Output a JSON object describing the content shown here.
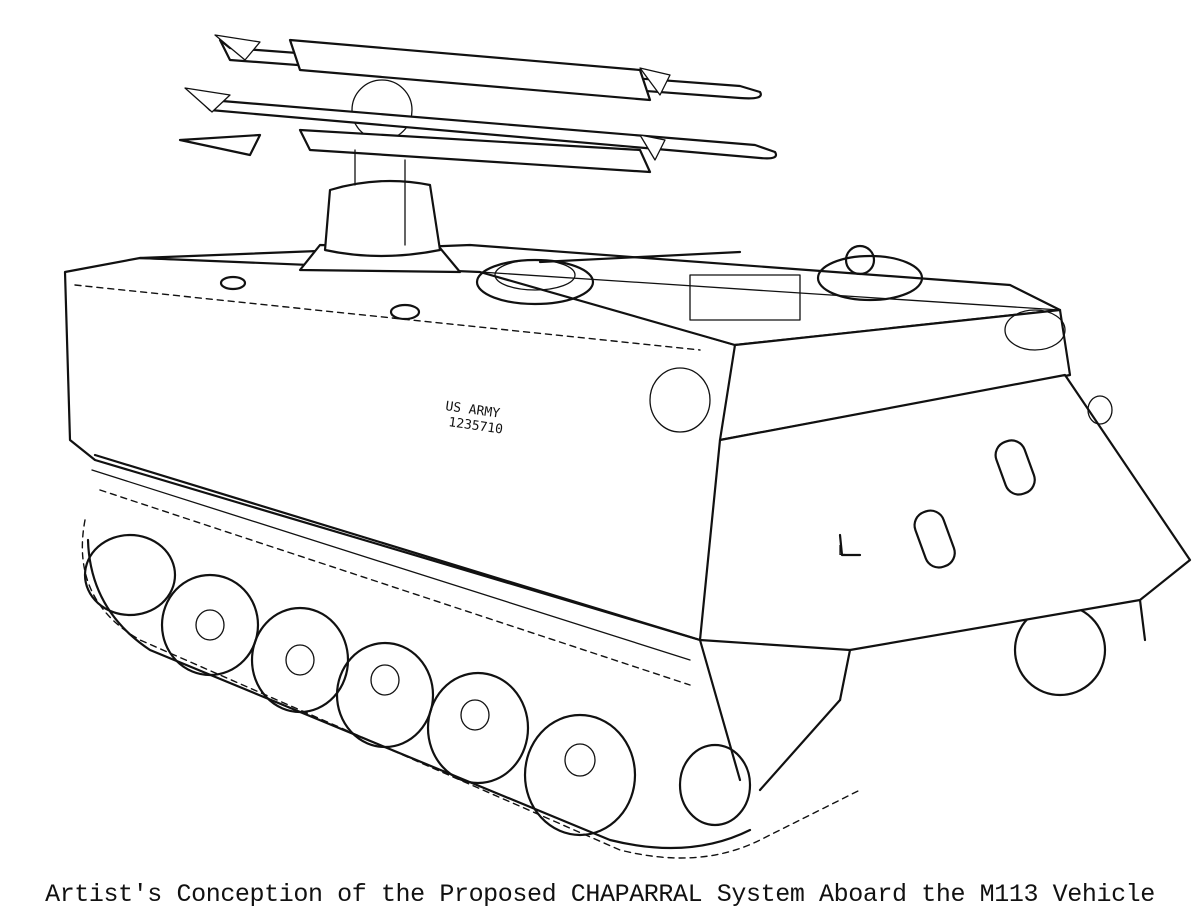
{
  "figure": {
    "caption": "Artist's Conception of the Proposed CHAPARRAL System Aboard the M113 Vehicle",
    "markings": {
      "line1": "US ARMY",
      "line2": "1235710",
      "front_plate_letter": "L"
    }
  }
}
